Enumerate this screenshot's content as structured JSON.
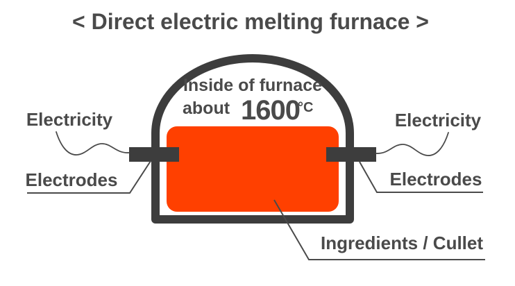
{
  "title": "< Direct electric melting furnace >",
  "furnace": {
    "inside_line1": "Inside of furnace",
    "temp_prefix": "about",
    "temp_value": "1600",
    "temp_unit": "°C"
  },
  "labels": {
    "left_electricity": "Electricity",
    "left_electrodes": "Electrodes",
    "right_electricity": "Electricity",
    "right_electrodes": "Electrodes",
    "ingredients": "Ingredients / Cullet"
  },
  "colors": {
    "ink": "#4a4a4a",
    "wall": "#3d3d3d",
    "melt": "#ff4000",
    "bg": "#ffffff"
  }
}
